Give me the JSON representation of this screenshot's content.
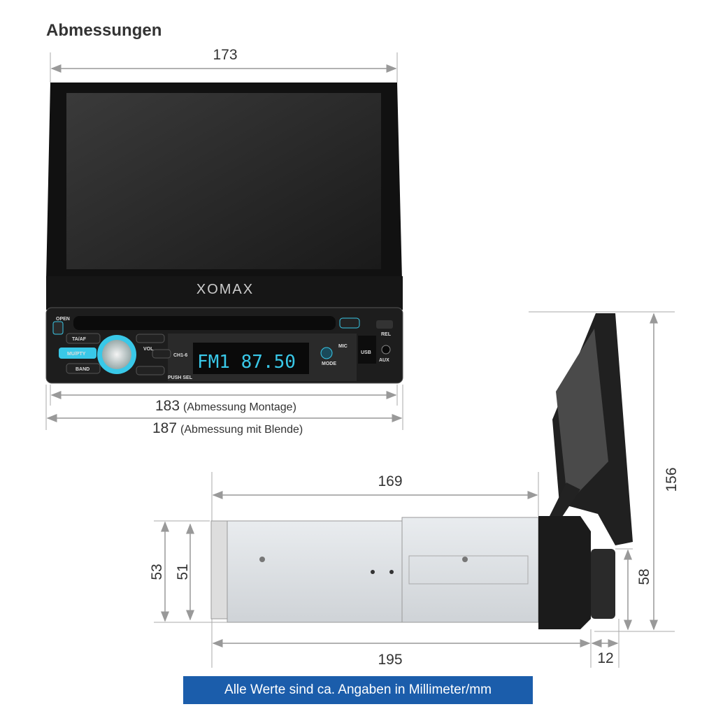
{
  "title": "Abmessungen",
  "dimensions": {
    "screen_width": "173",
    "mount_width": "183",
    "mount_width_note": "(Abmessung Montage)",
    "bezel_width": "187",
    "bezel_width_note": "(Abmessung mit Blende)",
    "open_height": "156",
    "chassis_depth": "169",
    "total_depth": "195",
    "knob_depth": "12",
    "bezel_height": "53",
    "chassis_height": "51",
    "front_height": "58"
  },
  "device": {
    "brand": "XOMAX",
    "display_text": "FM1  87.50",
    "buttons": {
      "open": "OPEN",
      "ta_af": "TA/AF",
      "mu_pty": "MU/PTY",
      "band": "BAND",
      "ch": "CH1-6",
      "vol": "VOL",
      "mode": "MODE",
      "usb": "USB",
      "aux": "AUX",
      "rel": "REL",
      "mic": "MIC",
      "push_sel": "PUSH SEL"
    }
  },
  "footer": "Alle Werte sind ca. Angaben in Millimeter/mm",
  "colors": {
    "accent": "#1b5dab",
    "led": "#39c8e8"
  }
}
